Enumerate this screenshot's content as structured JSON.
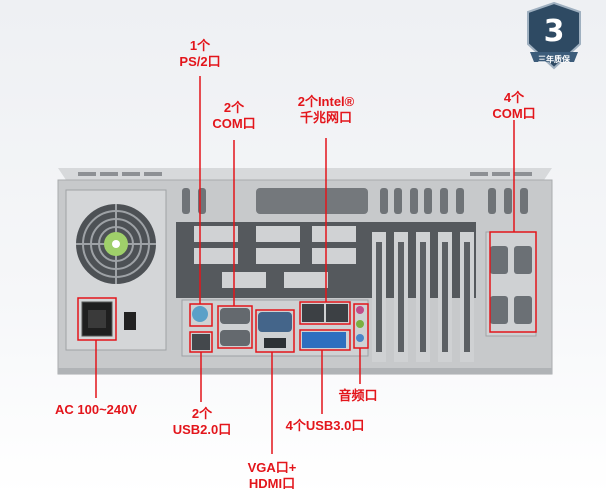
{
  "badge": {
    "number": "3",
    "text": "三年质保"
  },
  "labels": {
    "ps2": [
      "1个",
      "PS/2口"
    ],
    "com_left": [
      "2个",
      "COM口"
    ],
    "lan": [
      "2个Intel®",
      "千兆网口"
    ],
    "com_right": [
      "4个",
      "COM口"
    ],
    "ac": [
      "AC 100~240V"
    ],
    "usb2": [
      "2个",
      "USB2.0口"
    ],
    "vga_hdmi": [
      "VGA口+",
      "HDMI口"
    ],
    "usb3": [
      "4个USB3.0口"
    ],
    "audio": [
      "音频口"
    ]
  },
  "colors": {
    "callout": "#e3151b",
    "chassis": "#c9cbcd",
    "panel": "#8e9194",
    "badge": "#2e4a63"
  }
}
